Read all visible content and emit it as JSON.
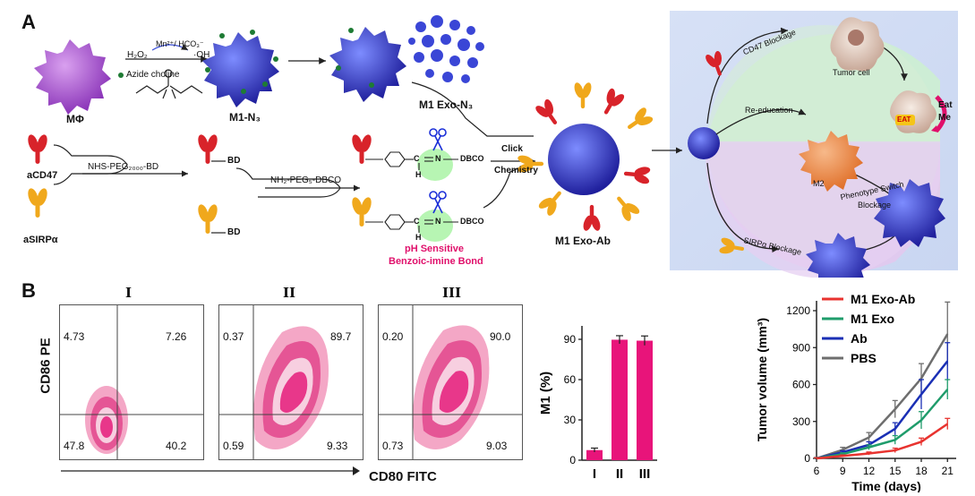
{
  "panels": {
    "a": "A",
    "b": "B"
  },
  "scheme": {
    "mphi": "MΦ",
    "mn_reagent": "Mn²⁺/ HCO₃⁻",
    "h2o2": "H₂O₂",
    "oh": "·OH",
    "azide_choline": "Azide choline",
    "m1_n3": "M1-N₃",
    "m1_exo_n3": "M1 Exo-N₃",
    "acd47": "aCD47",
    "asirpa": "aSIRPα",
    "nhs_peg": "NHS-PEG₂₀₀₀-BD",
    "nh2_peg": "NH₂-PEG₅-DBCO",
    "bd1": "BD",
    "bd2": "BD",
    "c1": "C",
    "n1": "N",
    "h1": "H",
    "dbco1": "DBCO",
    "c2": "C",
    "n2": "N",
    "h2": "H",
    "dbco2": "DBCO",
    "ph_sensitive_1": "pH Sensitive",
    "ph_sensitive_2": "Benzoic-imine Bond",
    "click_1": "Click",
    "click_2": "Chemistry",
    "m1_exo_ab": "M1 Exo-Ab",
    "cd47_blockage": "CD47 Blockage",
    "tumor_cell": "Tumor cell",
    "re_education": "Re-education",
    "m2": "M2",
    "phenotype_switch": "Phenotype Switch",
    "blockage": "Blockage",
    "sirpa_blockage": "SIRPα Blockage",
    "eat_tag": "EAT",
    "eat_me_1": "Eat",
    "eat_me_2": "Me"
  },
  "flow": {
    "x_title": "CD80 FITC",
    "y_title": "CD86 PE",
    "plots": [
      {
        "label": "I",
        "ul": "4.73",
        "ur": "7.26",
        "ll": "47.8",
        "lr": "40.2"
      },
      {
        "label": "II",
        "ul": "0.37",
        "ur": "89.7",
        "ll": "0.59",
        "lr": "9.33"
      },
      {
        "label": "III",
        "ul": "0.20",
        "ur": "90.0",
        "ll": "0.73",
        "lr": "9.03"
      }
    ]
  },
  "chart_data": [
    {
      "type": "bar",
      "categories": [
        "I",
        "II",
        "III"
      ],
      "values": [
        7.5,
        89.7,
        89.0
      ],
      "errors": [
        1.5,
        3.0,
        3.5
      ],
      "ylabel": "M1 (%)",
      "ylim": [
        0,
        100
      ],
      "yticks": [
        0,
        30,
        60,
        90
      ],
      "color": "#e8147a"
    },
    {
      "type": "line",
      "xlabel": "Time (days)",
      "ylabel": "Tumor volume (mm³)",
      "x": [
        6,
        9,
        12,
        15,
        18,
        21
      ],
      "xlim": [
        6,
        22
      ],
      "ylim": [
        0,
        1280
      ],
      "yticks": [
        0,
        300,
        600,
        900,
        1200
      ],
      "legend": "top-left",
      "series": [
        {
          "name": "M1 Exo-Ab",
          "color": "#e8332f",
          "values": [
            0,
            20,
            40,
            65,
            135,
            280
          ],
          "err": [
            5,
            8,
            12,
            18,
            30,
            45
          ]
        },
        {
          "name": "M1 Exo",
          "color": "#1f9c6b",
          "values": [
            0,
            35,
            90,
            150,
            310,
            560
          ],
          "err": [
            5,
            10,
            20,
            35,
            70,
            80
          ]
        },
        {
          "name": "Ab",
          "color": "#1a2fb5",
          "values": [
            0,
            50,
            110,
            240,
            520,
            790
          ],
          "err": [
            5,
            12,
            25,
            50,
            120,
            150
          ]
        },
        {
          "name": "PBS",
          "color": "#6e6e6e",
          "values": [
            0,
            70,
            170,
            400,
            650,
            1010
          ],
          "err": [
            8,
            20,
            40,
            70,
            120,
            260
          ]
        }
      ]
    }
  ]
}
